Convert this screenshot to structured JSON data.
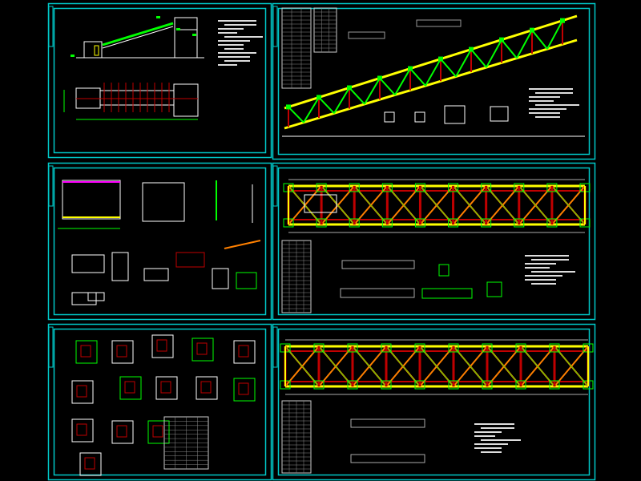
{
  "canvas": {
    "background": "#000000"
  },
  "colors": {
    "frame": "#00c8c8",
    "line": "#ffffff",
    "member": "#ffff00",
    "column": "#c00000",
    "node": "#00ff00",
    "brace": "#ff8000",
    "dimension": "#00ff00"
  },
  "sheets": [
    {
      "id": "sheet-1",
      "content": "gallery-elevation-and-plan"
    },
    {
      "id": "sheet-2",
      "content": "inclined-truss-elevation"
    },
    {
      "id": "sheet-3",
      "content": "tower-details"
    },
    {
      "id": "sheet-4",
      "content": "truss-plan-upper"
    },
    {
      "id": "sheet-5",
      "content": "node-details"
    },
    {
      "id": "sheet-6",
      "content": "truss-plan-lower"
    }
  ]
}
